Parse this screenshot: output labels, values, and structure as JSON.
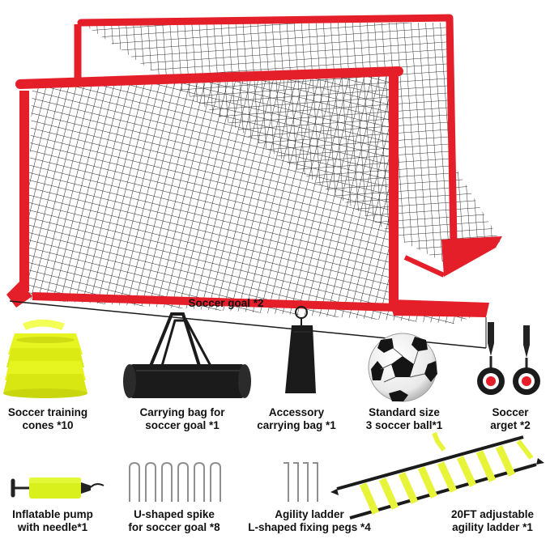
{
  "colors": {
    "frame": "#e41f2a",
    "frame_dark": "#b3121b",
    "net": "#1a1a1a",
    "cone": "#e6f51f",
    "ladder": "#e8f43a",
    "bag": "#1b1b1b",
    "pump": "#d9f01c"
  },
  "items": {
    "goal": "Soccer goal *2",
    "cones": "Soccer training\ncones *10",
    "goal_bag": "Carrying bag for\nsoccer goal *1",
    "accessory_bag": "Accessory\ncarrying bag *1",
    "ball": "Standard size\n3 soccer ball*1",
    "target": "Soccer\narget *2",
    "pump": "Inflatable pump\nwith needle*1",
    "u_spike": "U-shaped spike\nfor soccer goal *8",
    "pegs": "Agility ladder\nL-shaped fixing pegs *4",
    "ladder": "20FT adjustable\nagility ladder *1"
  }
}
